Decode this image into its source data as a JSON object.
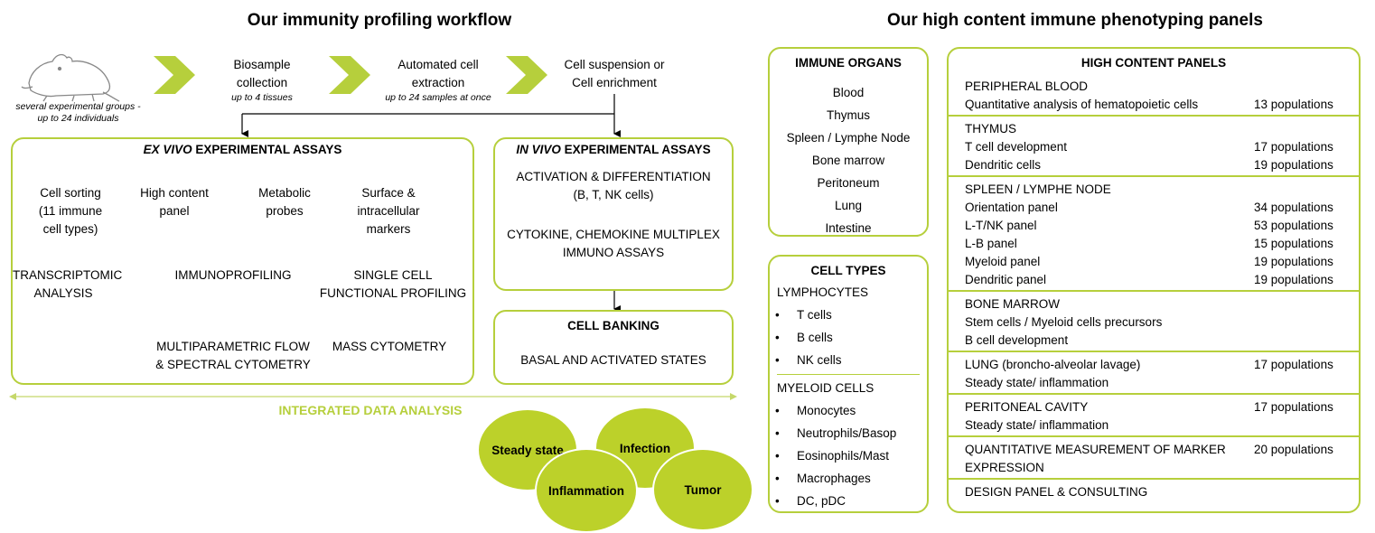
{
  "workflow": {
    "title": "Our immunity profiling workflow",
    "mouse_caption": [
      "several experimental groups -",
      "up to 24 individuals"
    ],
    "steps": [
      {
        "label": [
          "Biosample",
          "collection"
        ],
        "note": "up to 4 tissues"
      },
      {
        "label": [
          "Automated cell",
          "extraction"
        ],
        "note": "up to 24 samples at once"
      },
      {
        "label": [
          "Cell suspension or",
          "Cell enrichment"
        ],
        "note": ""
      }
    ],
    "ex_vivo": {
      "title_italic": "EX VIVO",
      "title_rest": " EXPERIMENTAL ASSAYS",
      "col1": [
        "Cell sorting",
        "(11 immune",
        "cell types)"
      ],
      "col2": [
        "High content",
        "panel"
      ],
      "col3": [
        "Metabolic",
        "probes"
      ],
      "col4": [
        "Surface &",
        "intracellular",
        "markers"
      ],
      "transcriptomic": [
        "TRANSCRIPTOMIC",
        "ANALYSIS"
      ],
      "immunoprofiling": "IMMUNOPROFILING",
      "single_cell": [
        "SINGLE CELL",
        "FUNCTIONAL PROFILING"
      ],
      "multiparametric": [
        "MULTIPARAMETRIC FLOW",
        "& SPECTRAL CYTOMETRY"
      ],
      "mass": "MASS CYTOMETRY"
    },
    "in_vivo": {
      "title_italic": "IN VIVO",
      "title_rest": " EXPERIMENTAL ASSAYS",
      "item1": [
        "ACTIVATION & DIFFERENTIATION",
        "(B, T, NK cells)"
      ],
      "item2": [
        "CYTOKINE, CHEMOKINE MULTIPLEX",
        "IMMUNO ASSAYS"
      ]
    },
    "banking": {
      "title": "CELL BANKING",
      "text": "BASAL AND ACTIVATED STATES"
    },
    "integrated": "INTEGRATED DATA ANALYSIS",
    "states": [
      "Steady state",
      "Infection",
      "Inflammation",
      "Tumor"
    ]
  },
  "panels": {
    "title": "Our high content immune phenotyping panels",
    "organs": {
      "title": "IMMUNE ORGANS",
      "items": [
        "Blood",
        "Thymus",
        "Spleen / Lymphe Node",
        "Bone marrow",
        "Peritoneum",
        "Lung",
        "Intestine"
      ]
    },
    "cell_types": {
      "title": "CELL TYPES",
      "lymph_title": "LYMPHOCYTES",
      "lymph": [
        "T cells",
        "B cells",
        "NK cells"
      ],
      "myeloid_title": "MYELOID CELLS",
      "myeloid": [
        "Monocytes",
        "Neutrophils/Basop",
        "Eosinophils/Mast",
        "Macrophages",
        "DC, pDC"
      ]
    },
    "high_content": {
      "title": "HIGH CONTENT PANELS",
      "sections": [
        {
          "rows": [
            {
              "l": "PERIPHERAL BLOOD",
              "p": ""
            },
            {
              "l": "Quantitative analysis of hematopoietic cells",
              "p": "13 populations"
            }
          ]
        },
        {
          "rows": [
            {
              "l": "THYMUS",
              "p": ""
            },
            {
              "l": "T cell development",
              "p": "17 populations"
            },
            {
              "l": "Dendritic cells",
              "p": "19 populations"
            }
          ]
        },
        {
          "rows": [
            {
              "l": "SPLEEN / LYMPHE NODE",
              "p": ""
            },
            {
              "l": "Orientation panel",
              "p": "34 populations"
            },
            {
              "l": "L-T/NK panel",
              "p": "53 populations"
            },
            {
              "l": "L-B panel",
              "p": "15 populations"
            },
            {
              "l": "Myeloid panel",
              "p": "19 populations"
            },
            {
              "l": "Dendritic panel",
              "p": "19 populations"
            }
          ]
        },
        {
          "rows": [
            {
              "l": "BONE MARROW",
              "p": ""
            },
            {
              "l": "Stem cells / Myeloid cells precursors",
              "p": ""
            },
            {
              "l": "B cell development",
              "p": ""
            }
          ]
        },
        {
          "rows": [
            {
              "l": "LUNG (broncho-alveolar lavage)",
              "p": "17 populations"
            },
            {
              "l": "Steady state/ inflammation",
              "p": ""
            }
          ]
        },
        {
          "rows": [
            {
              "l": "PERITONEAL CAVITY",
              "p": "17 populations"
            },
            {
              "l": "Steady state/ inflammation",
              "p": ""
            }
          ]
        },
        {
          "rows": [
            {
              "l": "QUANTITATIVE MEASUREMENT OF MARKER",
              "p": "20 populations"
            },
            {
              "l": "EXPRESSION",
              "p": ""
            }
          ]
        },
        {
          "rows": [
            {
              "l": "DESIGN PANEL & CONSULTING",
              "p": ""
            }
          ]
        }
      ]
    }
  }
}
